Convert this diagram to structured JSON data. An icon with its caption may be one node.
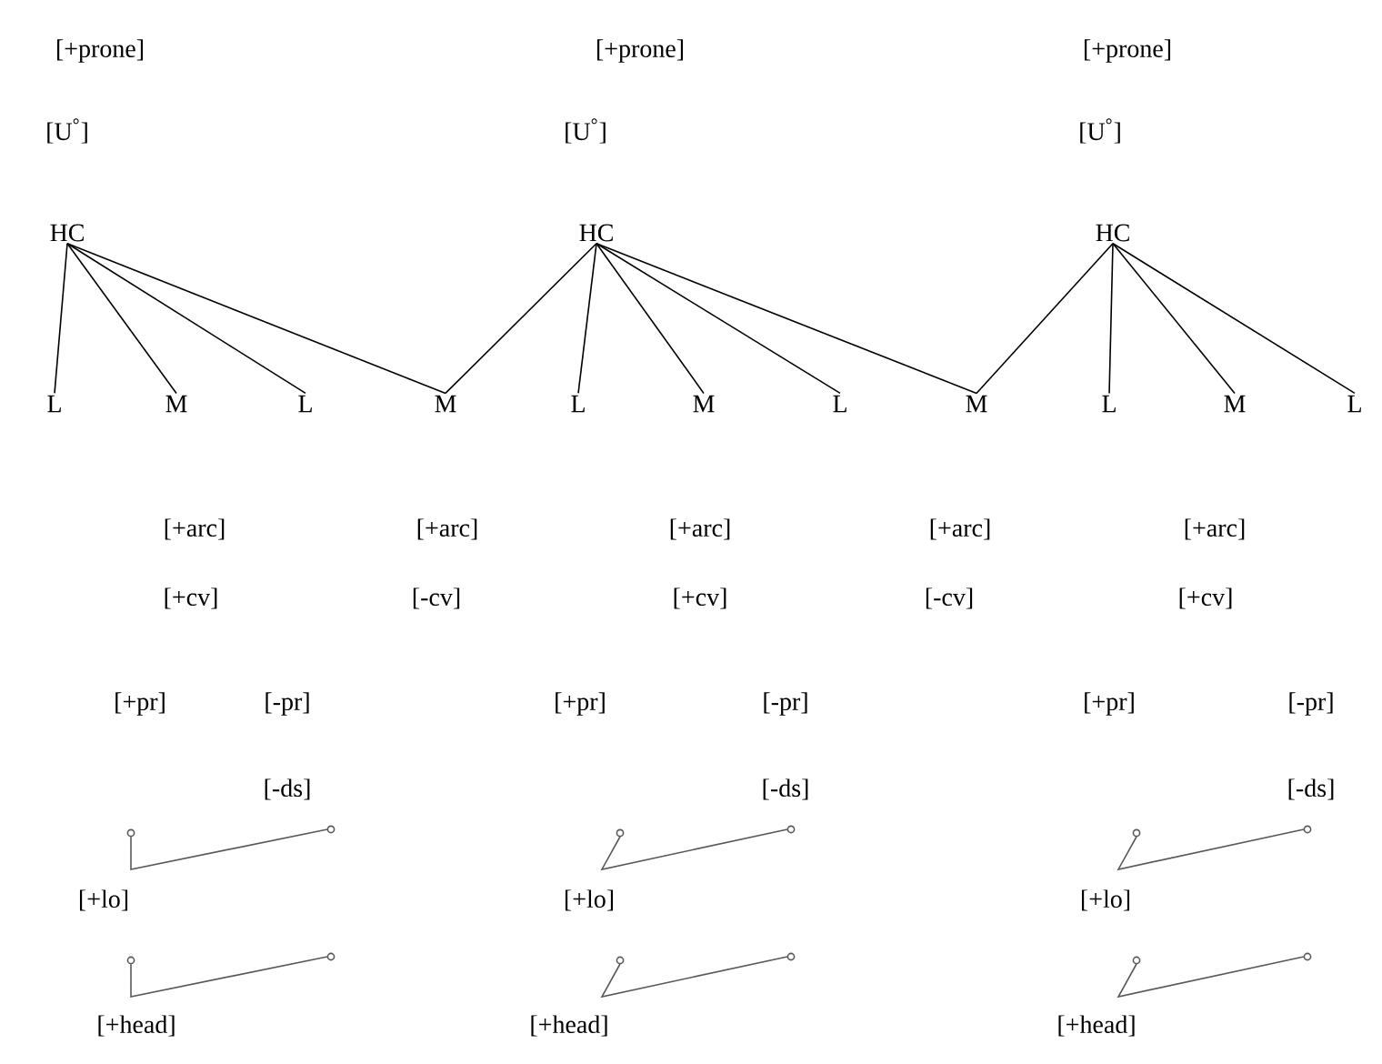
{
  "diagram": {
    "nodes": [
      {
        "text": [
          "HC"
        ]
      },
      {
        "text": [
          "HC"
        ]
      },
      {
        "text": [
          "HC"
        ]
      },
      {
        "text": [
          "L"
        ]
      },
      {
        "text": [
          "M"
        ]
      },
      {
        "text": [
          "L"
        ]
      },
      {
        "text": [
          "M"
        ]
      },
      {
        "text": [
          "L"
        ]
      },
      {
        "text": [
          "M"
        ]
      },
      {
        "text": [
          "L"
        ]
      },
      {
        "text": [
          "M"
        ]
      },
      {
        "text": [
          "L"
        ]
      },
      {
        "text": [
          "M"
        ]
      },
      {
        "text": [
          "L"
        ]
      }
    ],
    "edges": [
      {
        "from": 0,
        "to": 3,
        "arrow": "none"
      },
      {
        "from": 0,
        "to": 4,
        "arrow": "none"
      },
      {
        "from": 0,
        "to": 5,
        "arrow": "none"
      },
      {
        "from": 0,
        "to": 6,
        "arrow": "none"
      },
      {
        "from": 1,
        "to": 6,
        "arrow": "none"
      },
      {
        "from": 1,
        "to": 7,
        "arrow": "none"
      },
      {
        "from": 1,
        "to": 8,
        "arrow": "none"
      },
      {
        "from": 1,
        "to": 9,
        "arrow": "none"
      },
      {
        "from": 1,
        "to": 10,
        "arrow": "none"
      },
      {
        "from": 2,
        "to": 10,
        "arrow": "none"
      },
      {
        "from": 2,
        "to": 11,
        "arrow": "none"
      },
      {
        "from": 2,
        "to": 12,
        "arrow": "none"
      },
      {
        "from": 2,
        "to": 13,
        "arrow": "none"
      }
    ],
    "labels": [
      "[+prone]",
      "[+prone]",
      "[+prone]",
      "[U$^{°}$]",
      "[U$^{°}$]",
      "[U$^{°}$]",
      "[+arc]",
      "[+arc]",
      "[+arc]",
      "[+arc]",
      "[+arc]",
      "[+cv]",
      "[-cv]",
      "[+cv]",
      "[-cv]",
      "[+cv]",
      "[+pr]",
      "[-pr]",
      "[+pr]",
      "[-pr]",
      "[+pr]",
      "[-pr]",
      "[-ds]",
      "[-ds]",
      "[-ds]",
      "[+lo]",
      "[+lo]",
      "[+lo]",
      "[+head]",
      "[+head]",
      "[+head]"
    ]
  }
}
